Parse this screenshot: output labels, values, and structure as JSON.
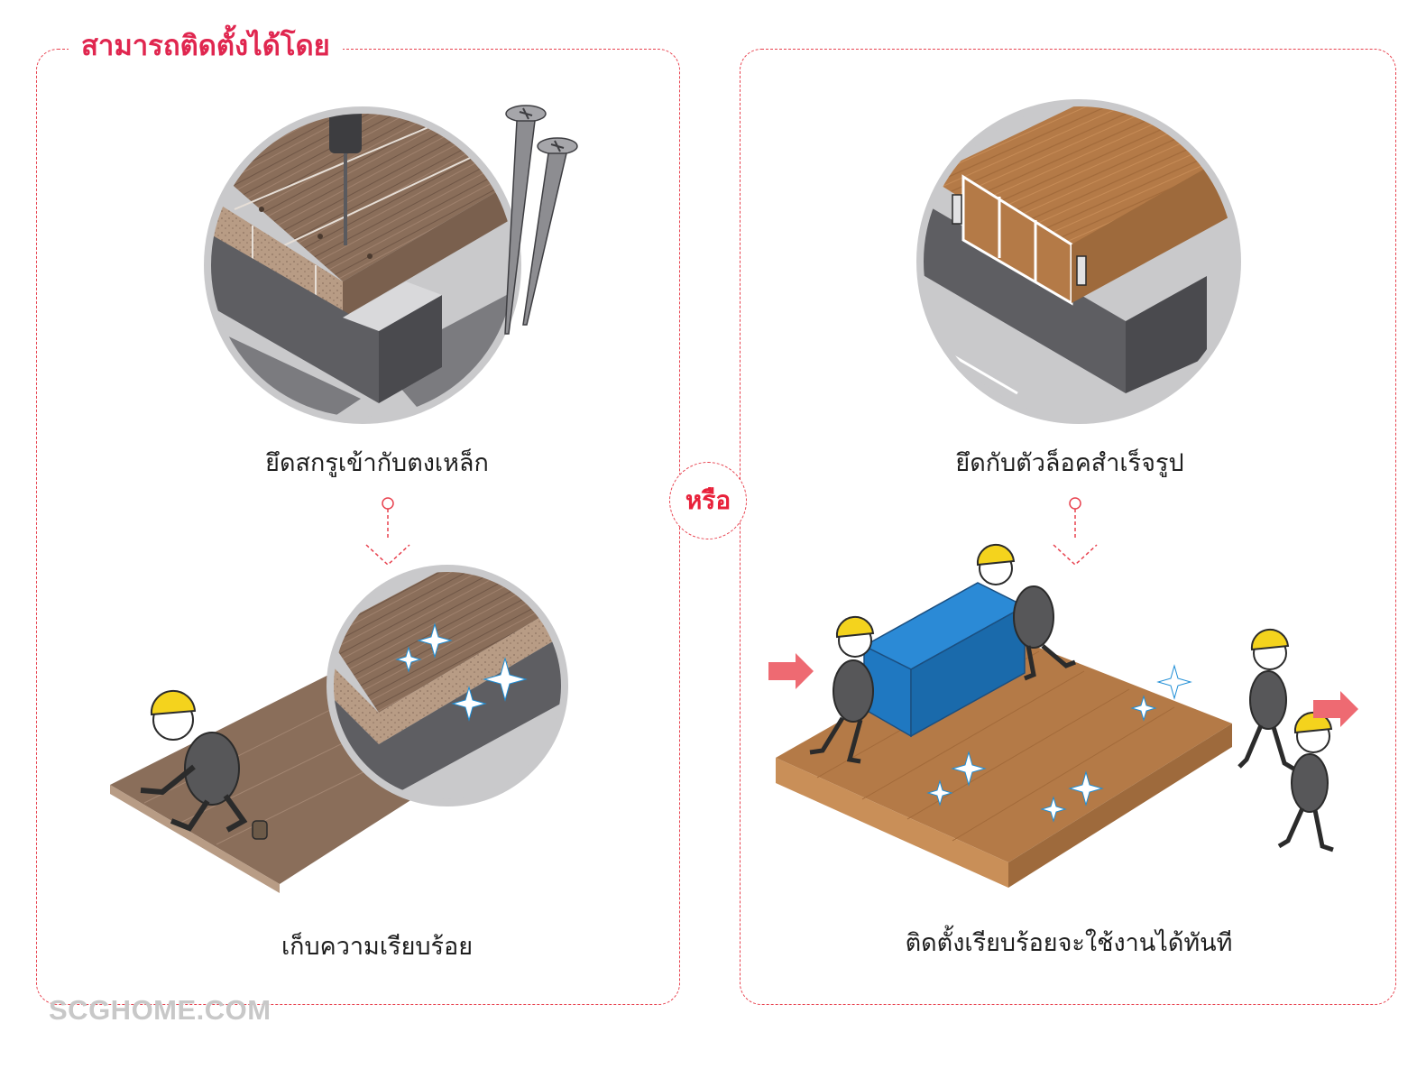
{
  "header": {
    "title": "สามารถติดตั้งได้โดย"
  },
  "separator": {
    "label": "หรือ"
  },
  "left_panel": {
    "step1_caption": "ยึดสกรูเข้ากับตงเหล็ก",
    "step2_caption": "เก็บความเรียบร้อย"
  },
  "right_panel": {
    "step1_caption": "ยึดกับตัวล็อคสำเร็จรูป",
    "step2_caption": "ติดตั้งเรียบร้อยจะใช้งานได้ทันที"
  },
  "watermark": "SCGHOME.COM",
  "colors": {
    "frame_border": "#e8424f",
    "title": "#e0264f",
    "separator": "#e8213a",
    "wood_dark": "#8a6e5a",
    "wood_light": "#b47a47",
    "steel": "#5e5e62",
    "sofa": "#1f78c1",
    "helmet": "#f4d31d",
    "arrow": "#ee6a72"
  },
  "icons": [
    "screw-icon",
    "drill-icon",
    "sparkle-icon",
    "helmet-icon",
    "arrow-icon"
  ]
}
